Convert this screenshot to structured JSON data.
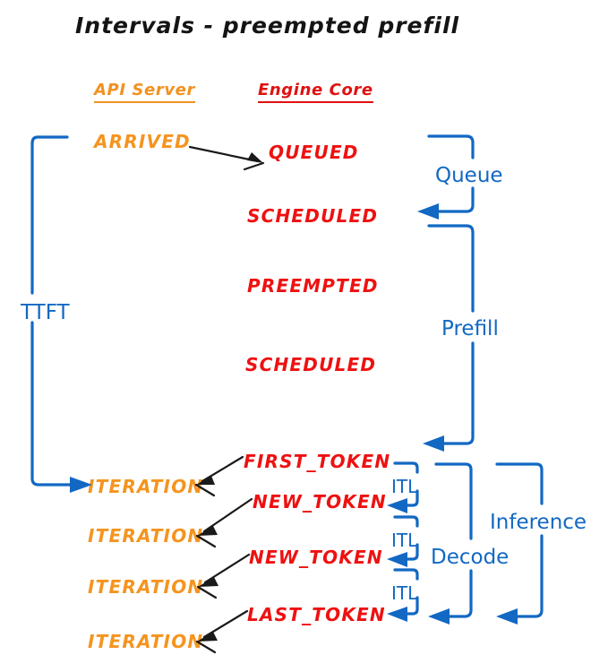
{
  "title": "Intervals - preempted prefill",
  "colors": {
    "api_orange": "#F5941F",
    "engine_red": "#EE1111",
    "interval_blue": "#1268C3",
    "arrow_black": "#1A1A1A",
    "background": "#FFFFFF"
  },
  "columns": {
    "api_server": "API Server",
    "engine_core": "Engine Core"
  },
  "api_states": [
    {
      "label": "ARRIVED"
    },
    {
      "label": "ITERATION"
    },
    {
      "label": "ITERATION"
    },
    {
      "label": "ITERATION"
    },
    {
      "label": "ITERATION"
    }
  ],
  "engine_states": [
    {
      "label": "QUEUED"
    },
    {
      "label": "SCHEDULED"
    },
    {
      "label": "PREEMPTED"
    },
    {
      "label": "SCHEDULED"
    },
    {
      "label": "FIRST_TOKEN"
    },
    {
      "label": "NEW_TOKEN"
    },
    {
      "label": "NEW_TOKEN"
    },
    {
      "label": "LAST_TOKEN"
    }
  ],
  "intervals": {
    "ttft": "TTFT",
    "queue": "Queue",
    "prefill": "Prefill",
    "decode": "Decode",
    "inference": "Inference",
    "itl_1": "ITL",
    "itl_2": "ITL",
    "itl_3": "ITL"
  }
}
